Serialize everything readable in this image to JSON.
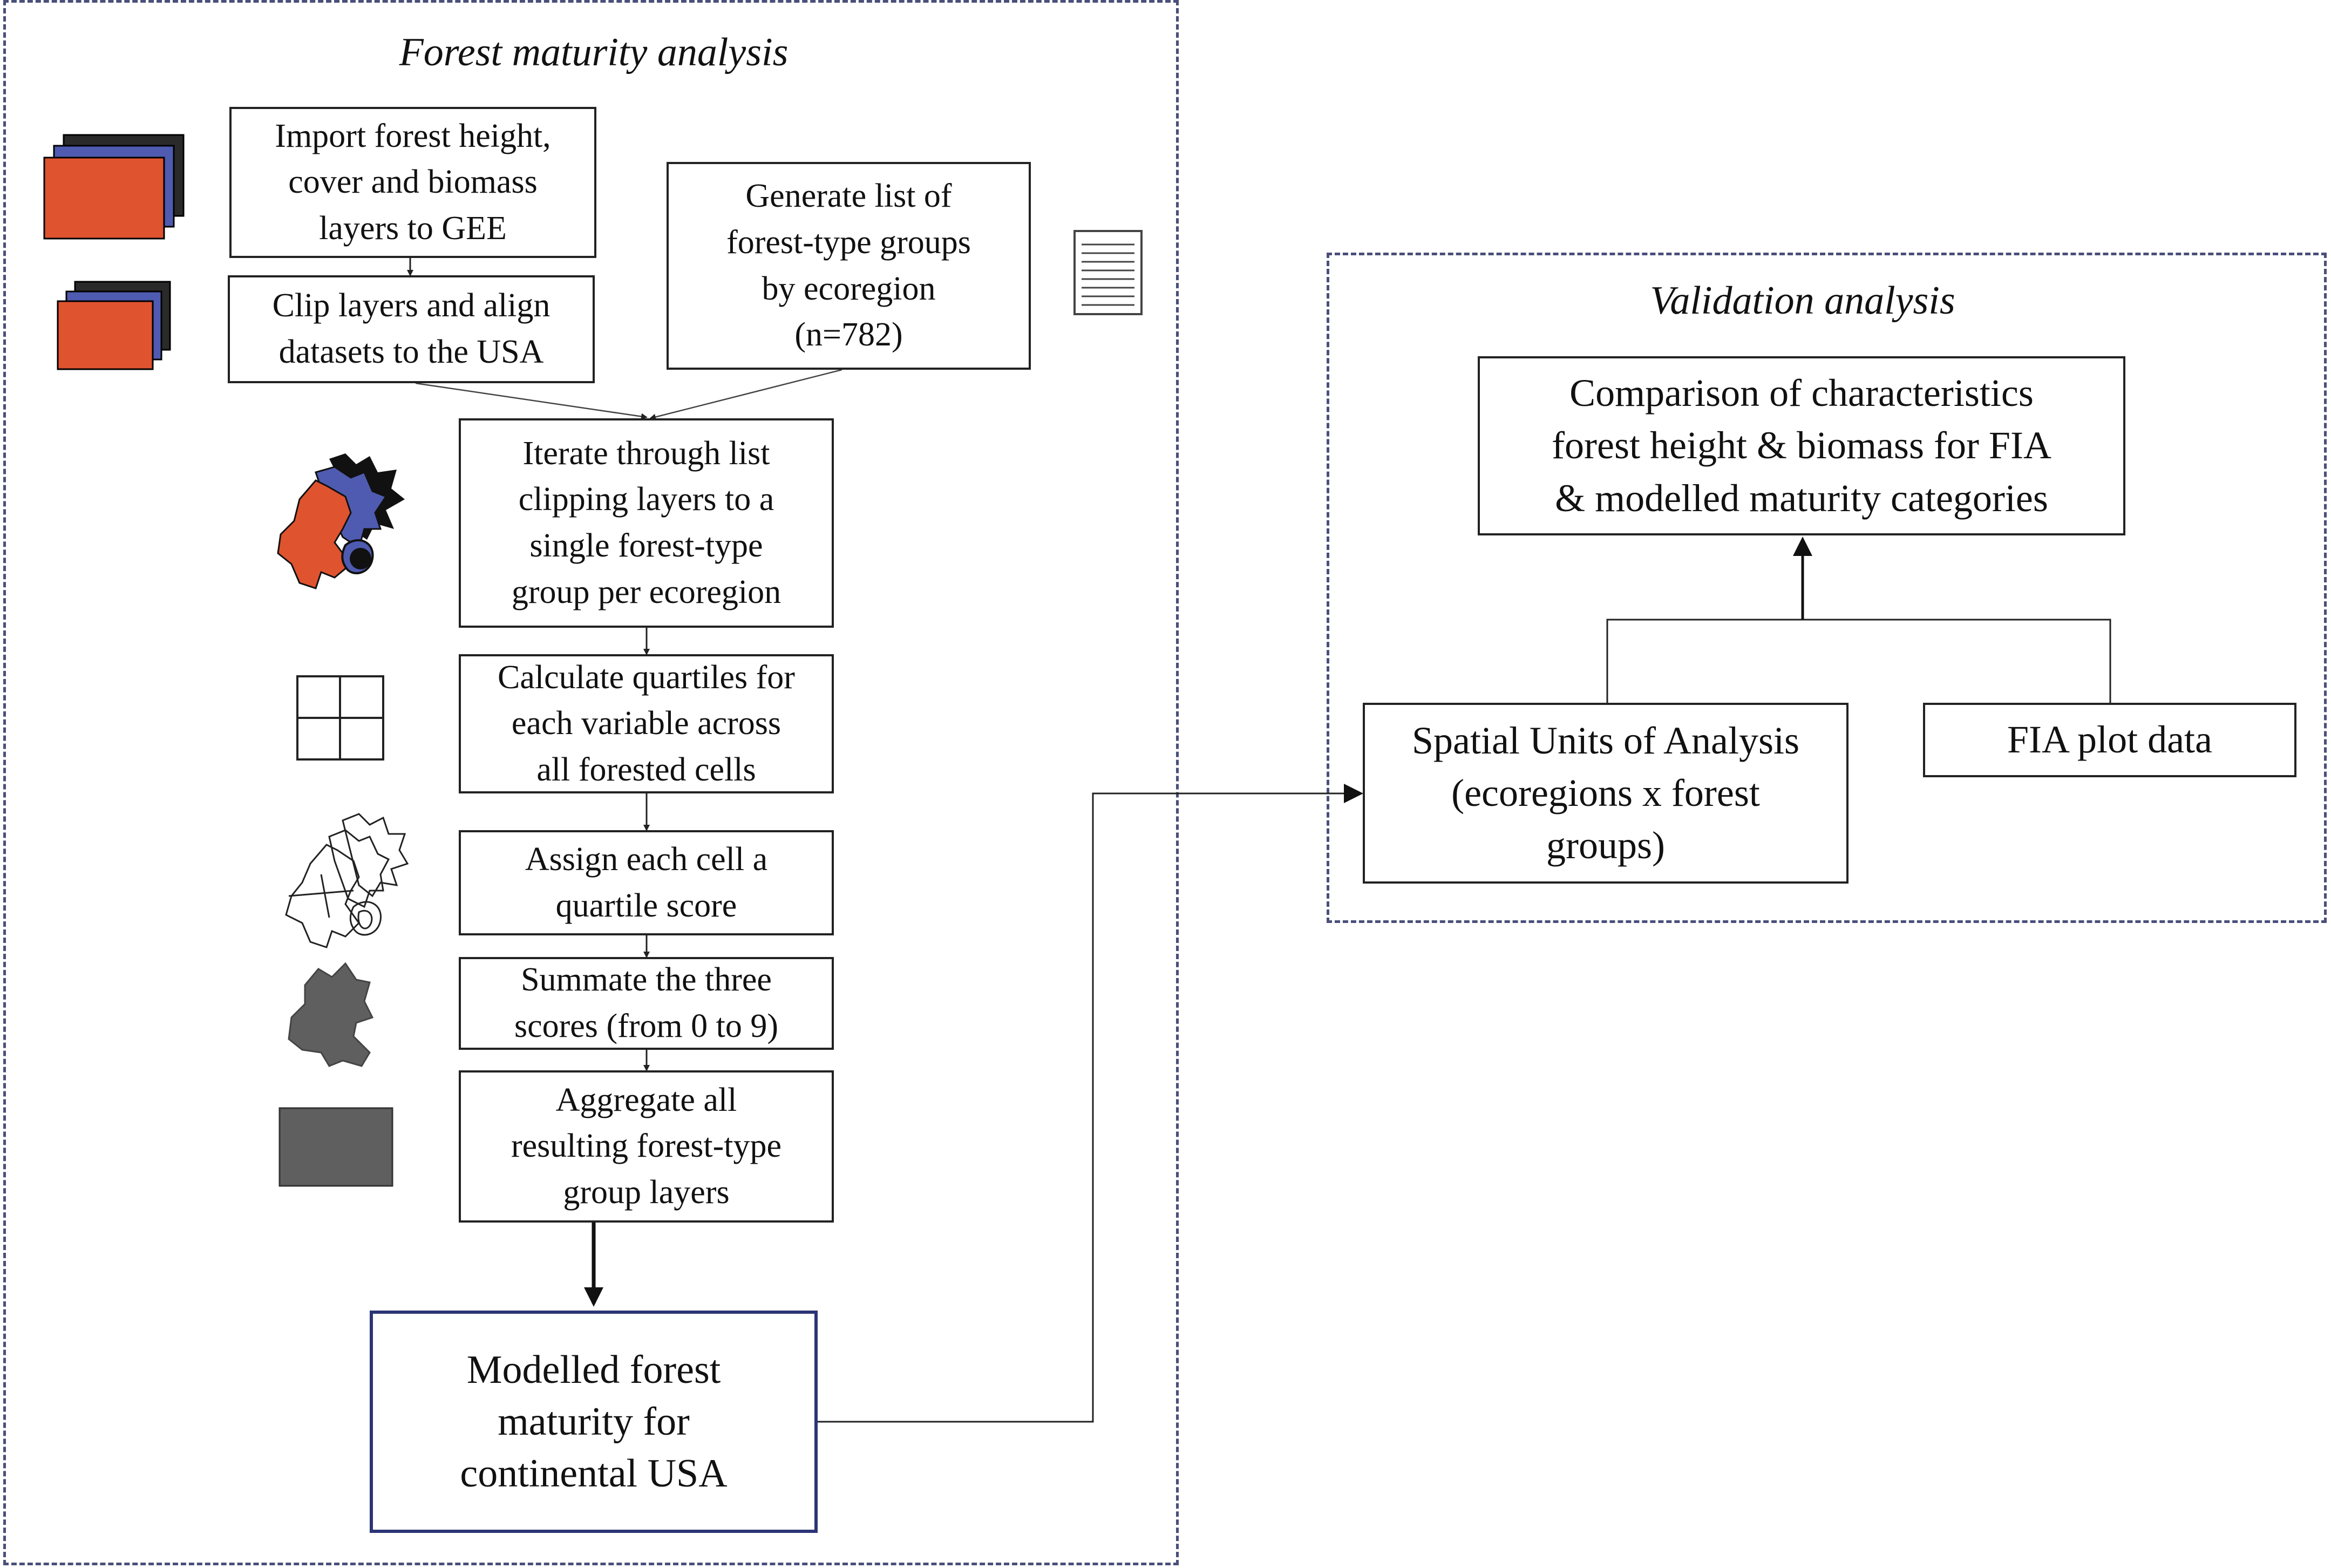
{
  "left_panel": {
    "title": "Forest maturity analysis",
    "steps": {
      "import_layers": [
        "Import forest height,",
        "cover and biomass",
        "layers to GEE"
      ],
      "clip_align": [
        "Clip layers and align",
        "datasets to the USA"
      ],
      "generate_list": [
        "Generate list of",
        "forest-type groups",
        "by ecoregion",
        "(n=782)"
      ],
      "iterate_clip": [
        "Iterate through list",
        "clipping layers to a",
        "single forest-type",
        "group per ecoregion"
      ],
      "calc_quartiles": [
        "Calculate quartiles for",
        "each variable across",
        "all forested cells"
      ],
      "assign_score": [
        "Assign  each cell a",
        "quartile score"
      ],
      "summate": [
        "Summate the three",
        "scores (from 0 to 9)"
      ],
      "aggregate": [
        "Aggregate all",
        "resulting forest-type",
        "group layers"
      ],
      "final_output": [
        "Modelled forest",
        "maturity for",
        "continental USA"
      ]
    },
    "icons": {
      "layer_stack": "layer-stack-icon",
      "document": "document-list-icon",
      "ecoregion_shapes": "ecoregion-shape-icon",
      "quartile_grid": "quartile-grid-icon",
      "outline_shapes": "outline-shape-icon",
      "grey_shape": "grey-region-icon",
      "grey_raster": "grey-raster-icon"
    }
  },
  "right_panel": {
    "title": "Validation analysis",
    "comparison": [
      "Comparison of characteristics",
      "forest height & biomass for FIA",
      "& modelled maturity categories"
    ],
    "spatial_units": [
      "Spatial Units of Analysis",
      "(ecoregions x forest",
      "groups)"
    ],
    "fia_plot": [
      "FIA plot data"
    ]
  },
  "colors": {
    "panel_border": "#4a4f7a",
    "layer_orange": "#e0532f",
    "layer_blue": "#4f5bb0",
    "layer_black": "#2a2a2a",
    "grey_fill": "#5f5f5f",
    "final_border": "#2c3576"
  }
}
